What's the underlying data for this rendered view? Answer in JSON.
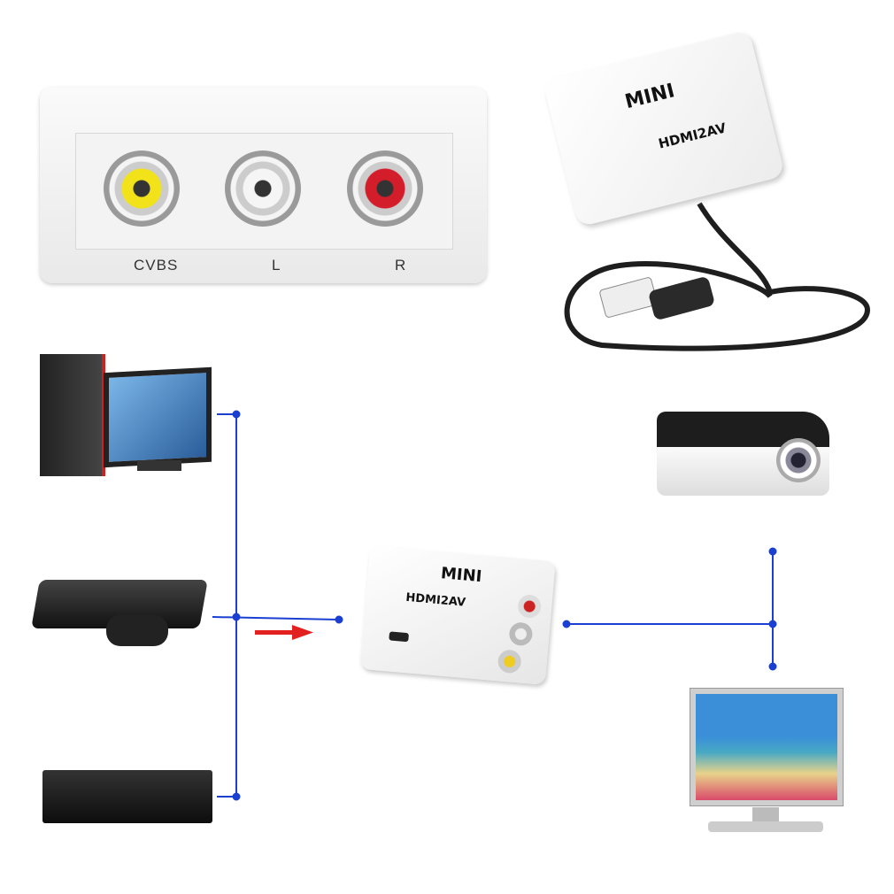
{
  "top_left_panel": {
    "jacks": [
      {
        "label": "CVBS",
        "color": "#f2e21a"
      },
      {
        "label": "L",
        "color": "#f5f5f5"
      },
      {
        "label": "R",
        "color": "#d31d2a"
      }
    ]
  },
  "adapter_top": {
    "brand": "MINI",
    "model": "HDMI2AV"
  },
  "adapter_center": {
    "brand": "MINI",
    "model": "HDMI2AV"
  },
  "sources": [
    {
      "icon": "desktop-computer-icon"
    },
    {
      "icon": "game-console-icon"
    },
    {
      "icon": "set-top-box-icon"
    }
  ],
  "outputs": [
    {
      "icon": "projector-icon"
    },
    {
      "icon": "television-icon"
    }
  ],
  "colors": {
    "line": "#1a3fd1",
    "arrow": "#e32020"
  }
}
